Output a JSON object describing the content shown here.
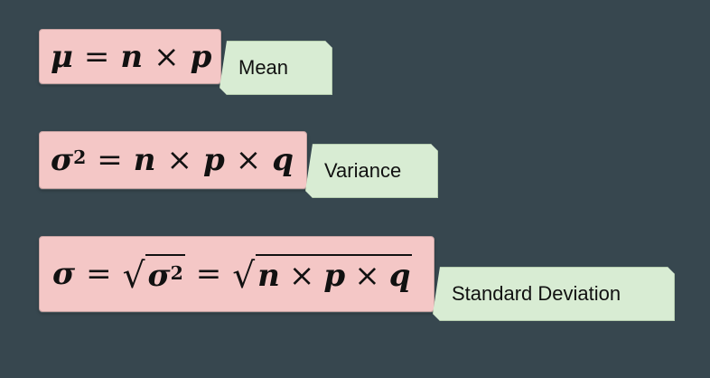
{
  "formulas": [
    {
      "id": "mean",
      "parts": [
        "μ",
        "=",
        "n",
        "×",
        "p"
      ],
      "label": "Mean"
    },
    {
      "id": "variance",
      "parts": [
        "σ",
        "2",
        "=",
        "n",
        "×",
        "p",
        "×",
        "q"
      ],
      "label": "Variance"
    },
    {
      "id": "standard-deviation",
      "parts": [
        "σ",
        "=",
        "√",
        "σ",
        "2",
        "=",
        "√",
        "n",
        "×",
        "p",
        "×",
        "q"
      ],
      "label": "Standard Deviation"
    }
  ],
  "colors": {
    "background": "#37474f",
    "formula_box": "#f4c7c6",
    "label_box": "#d8ecd3"
  }
}
